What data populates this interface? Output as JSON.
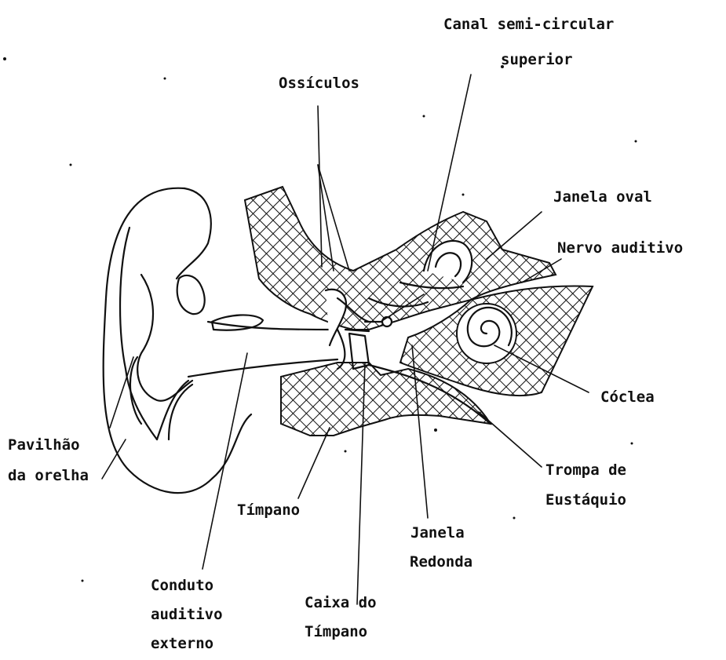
{
  "labels": {
    "canal_line1": "Canal semi-circular",
    "canal_line2": "superior",
    "ossiculos": "Ossículos",
    "janela_oval": "Janela oval",
    "nervo_auditivo": "Nervo auditivo",
    "coclea": "Cóclea",
    "pavilhao_line1": "Pavilhão",
    "pavilhao_line2": "da orelha",
    "tromba_line1": "Trompa de",
    "tromba_line2": "Eustáquio",
    "timpano": "Tímpano",
    "janela_redonda_line1": "Janela",
    "janela_redonda_line2": "Redonda",
    "conduto_line1": "Conduto",
    "conduto_line2": "auditivo",
    "conduto_line3": "externo",
    "caixa_line1": "Caixa do",
    "caixa_line2": "Tímpano"
  }
}
